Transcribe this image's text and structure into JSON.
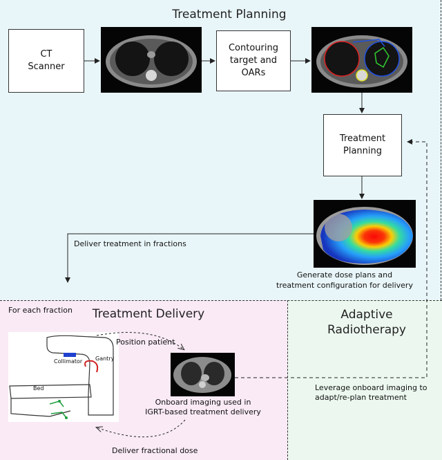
{
  "planning": {
    "title": "Treatment Planning",
    "ct_scanner": "CT\nScanner",
    "contouring": "Contouring\ntarget and\nOARs",
    "treatment_planning": "Treatment\nPlanning",
    "deliver_fractions": "Deliver treatment in fractions",
    "generate_dose_line1": "Generate dose plans and",
    "generate_dose_line2": "treatment configuration for delivery"
  },
  "delivery": {
    "title": "Treatment Delivery",
    "for_each_fraction": "For each fraction",
    "collimator": "Collimator",
    "gantry": "Gantry",
    "bed": "Bed",
    "position_patient": "Position patient",
    "onboard_line1": "Onboard imaging used in",
    "onboard_line2": "IGRT-based treatment delivery",
    "deliver_fractional_dose": "Deliver fractional dose"
  },
  "adaptive": {
    "title_line1": "Adaptive",
    "title_line2": "Radiotherapy",
    "leverage_line1": "Leverage onboard imaging to",
    "leverage_line2": "adapt/re-plan treatment"
  },
  "colors": {
    "planning_bg": "#e9f6f9",
    "delivery_bg": "#f9eaf6",
    "adaptive_bg": "#ecf8ef"
  }
}
